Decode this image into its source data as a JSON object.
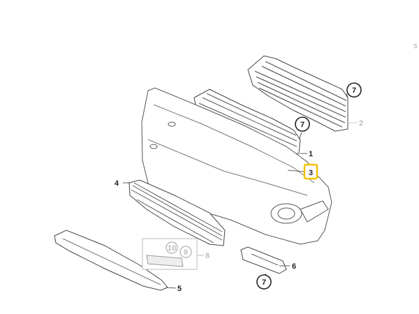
{
  "diagram": {
    "callouts": {
      "c1": "1",
      "c2": "2",
      "c3": "3",
      "c4": "4",
      "c5": "5",
      "c6": "6",
      "c8": "8",
      "circle_7a": "7",
      "circle_7b": "7",
      "circle_7c": "7",
      "circle_10": "10",
      "circle_9": "9"
    },
    "highlight_color": "#f2c200",
    "edge_mark": "S"
  }
}
